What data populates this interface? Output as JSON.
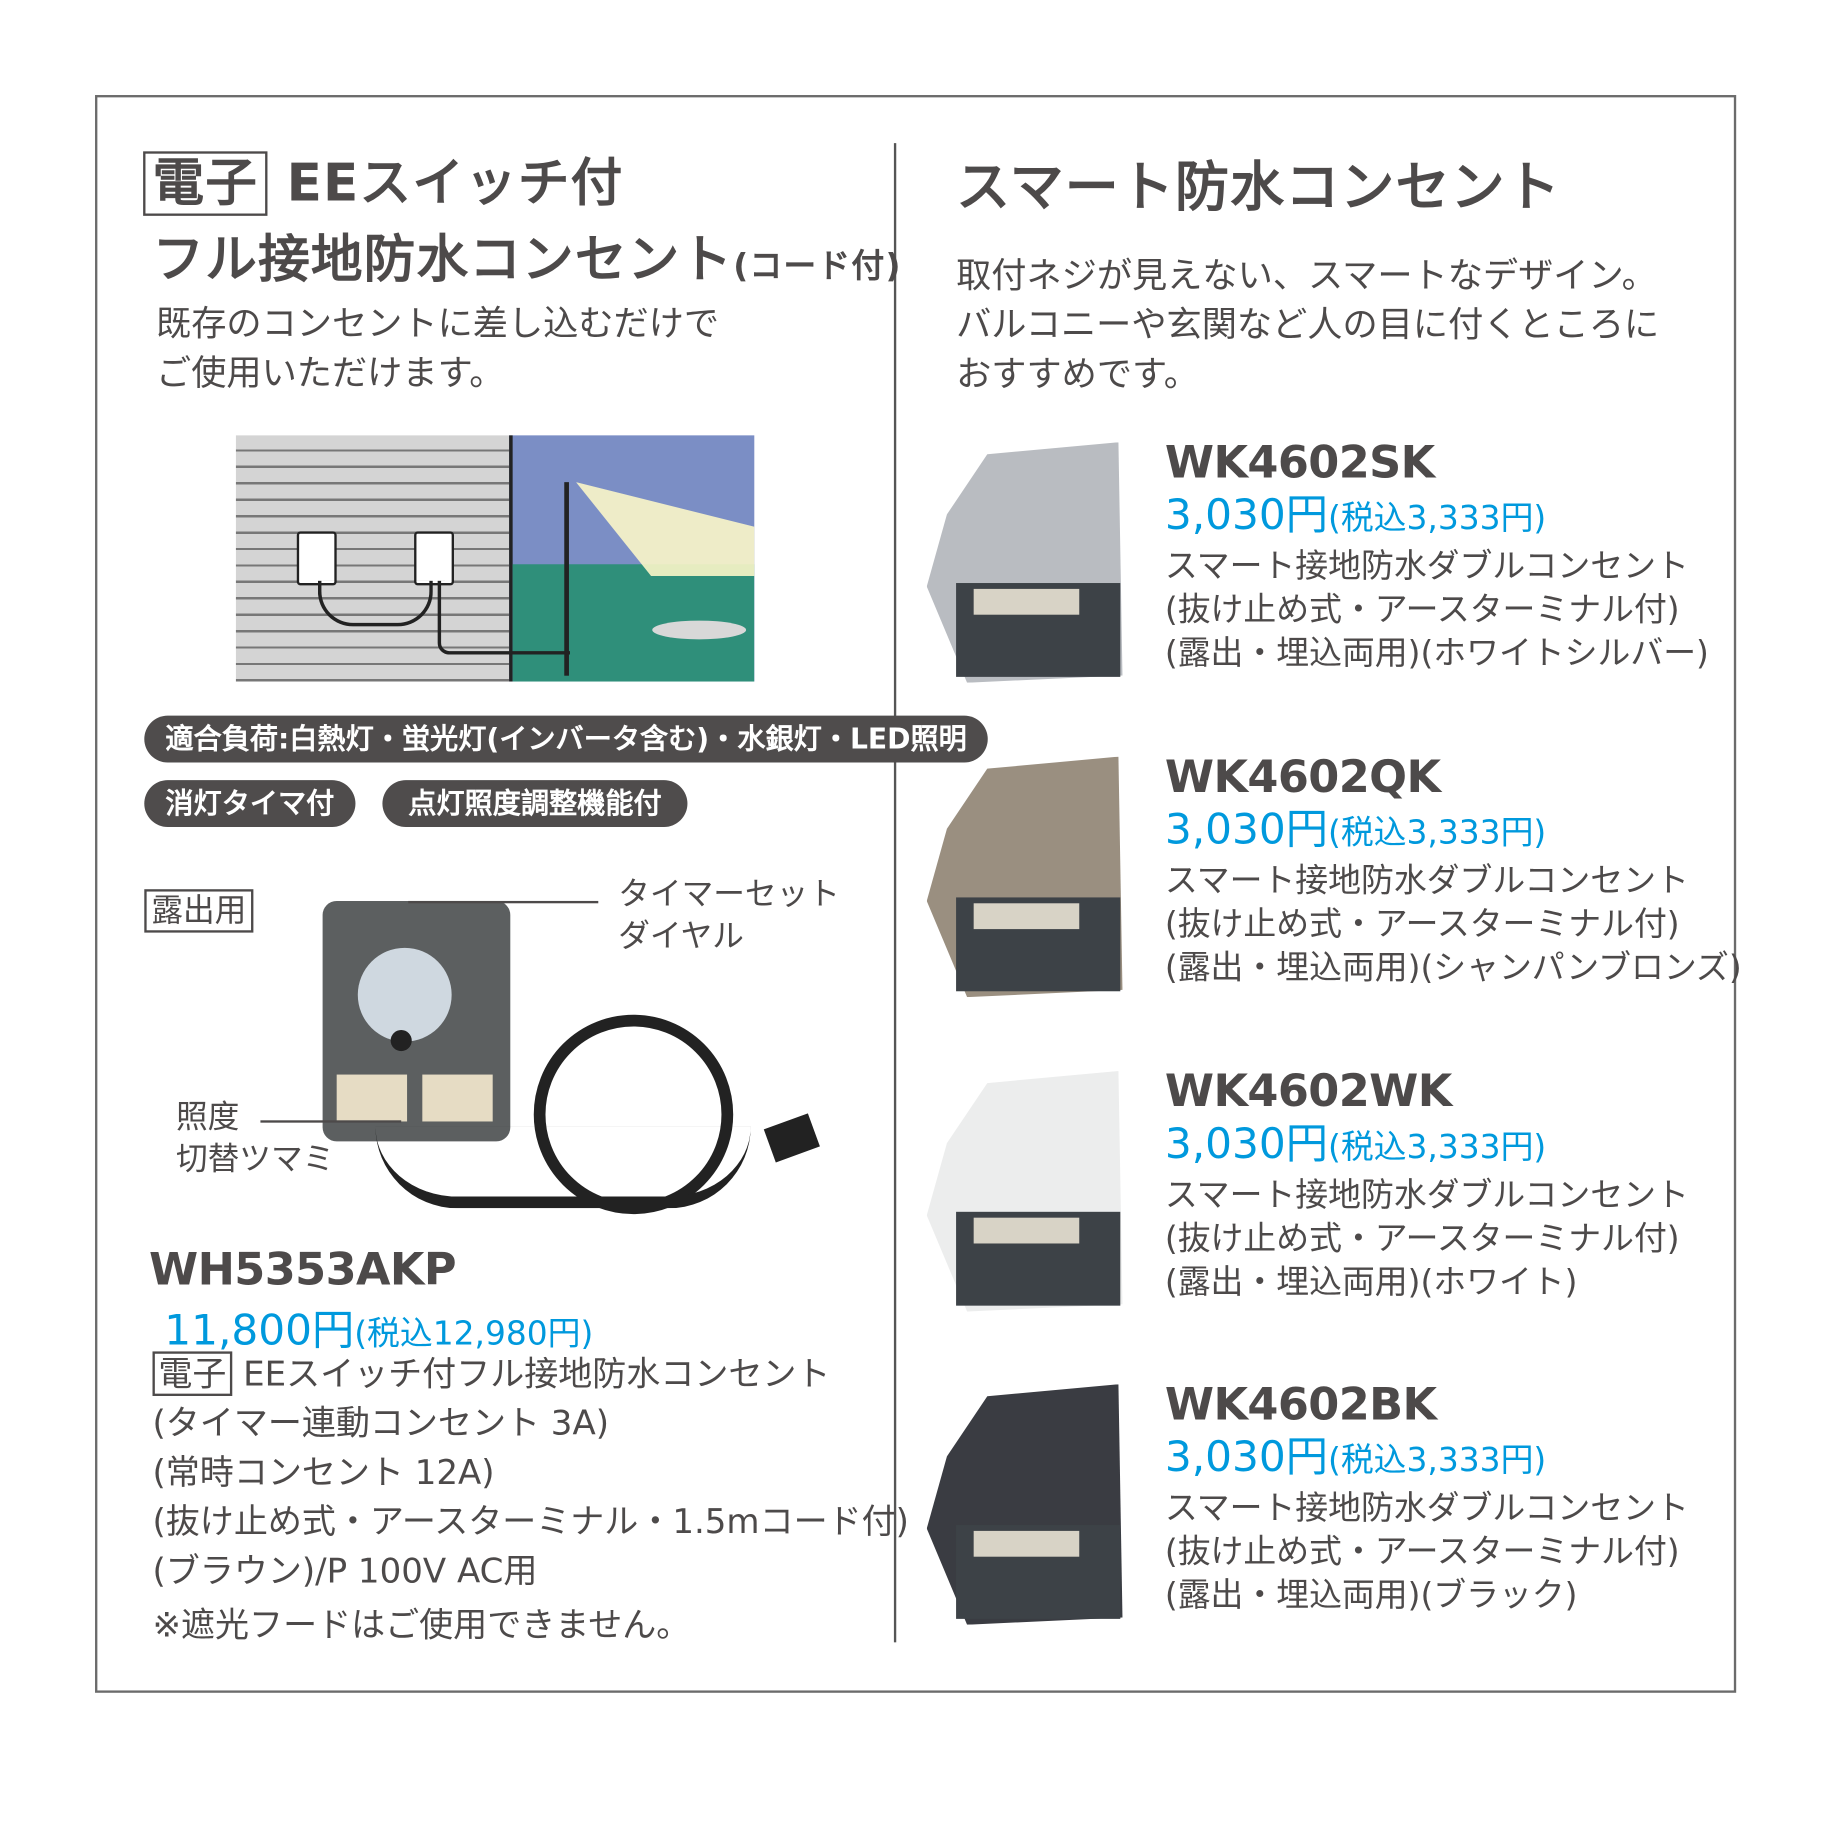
{
  "left": {
    "title_badge": "電子",
    "title_line1": "EEスイッチ付",
    "title_line2": "フル接地防水コンセント",
    "title_suffix": "(コード付)",
    "description": [
      "既存のコンセントに差し込むだけで",
      "ご使用いただけます。"
    ],
    "badges": [
      "適合負荷:白熱灯・蛍光灯(インバータ含む)・水銀灯・LED照明",
      "消灯タイマ付",
      "点灯照度調整機能付"
    ],
    "mount_label": "露出用",
    "callouts": {
      "timer": [
        "タイマーセット",
        "ダイヤル"
      ],
      "knob": [
        "照度",
        "切替ツマミ"
      ]
    },
    "product": {
      "model": "WH5353AKP",
      "price": "11,800円",
      "price_tax": "(税込12,980円)",
      "spec_badge": "電子",
      "specs": [
        "EEスイッチ付フル接地防水コンセント",
        "(タイマー連動コンセント 3A)",
        "(常時コンセント 12A)",
        "(抜け止め式・アースターミナル・1.5mコード付)",
        "(ブラウン)/P 100V AC用",
        "※遮光フードはご使用できません。"
      ]
    }
  },
  "right": {
    "title": "スマート防水コンセント",
    "description": [
      "取付ネジが見えない、スマートなデザイン。",
      "バルコニーや玄関など人の目に付くところに",
      "おすすめです。"
    ],
    "products": [
      {
        "model": "WK4602SK",
        "price": "3,030円",
        "price_tax": "(税込3,333円)",
        "lines": [
          "スマート接地防水ダブルコンセント",
          "(抜け止め式・アースターミナル付)",
          "(露出・埋込両用)(ホワイトシルバー)"
        ],
        "color": "#b9bcc1"
      },
      {
        "model": "WK4602QK",
        "price": "3,030円",
        "price_tax": "(税込3,333円)",
        "lines": [
          "スマート接地防水ダブルコンセント",
          "(抜け止め式・アースターミナル付)",
          "(露出・埋込両用)(シャンパンブロンズ)"
        ],
        "color": "#9a8f80"
      },
      {
        "model": "WK4602WK",
        "price": "3,030円",
        "price_tax": "(税込3,333円)",
        "lines": [
          "スマート接地防水ダブルコンセント",
          "(抜け止め式・アースターミナル付)",
          "(露出・埋込両用)(ホワイト)"
        ],
        "color": "#eceded"
      },
      {
        "model": "WK4602BK",
        "price": "3,030円",
        "price_tax": "(税込3,333円)",
        "lines": [
          "スマート接地防水ダブルコンセント",
          "(抜け止め式・アースターミナル付)",
          "(露出・埋込両用)(ブラック)"
        ],
        "color": "#3a3c42"
      }
    ]
  },
  "colors": {
    "text": "#4d4a4a",
    "price": "#0099dd",
    "badge": "#4f4c4c"
  }
}
